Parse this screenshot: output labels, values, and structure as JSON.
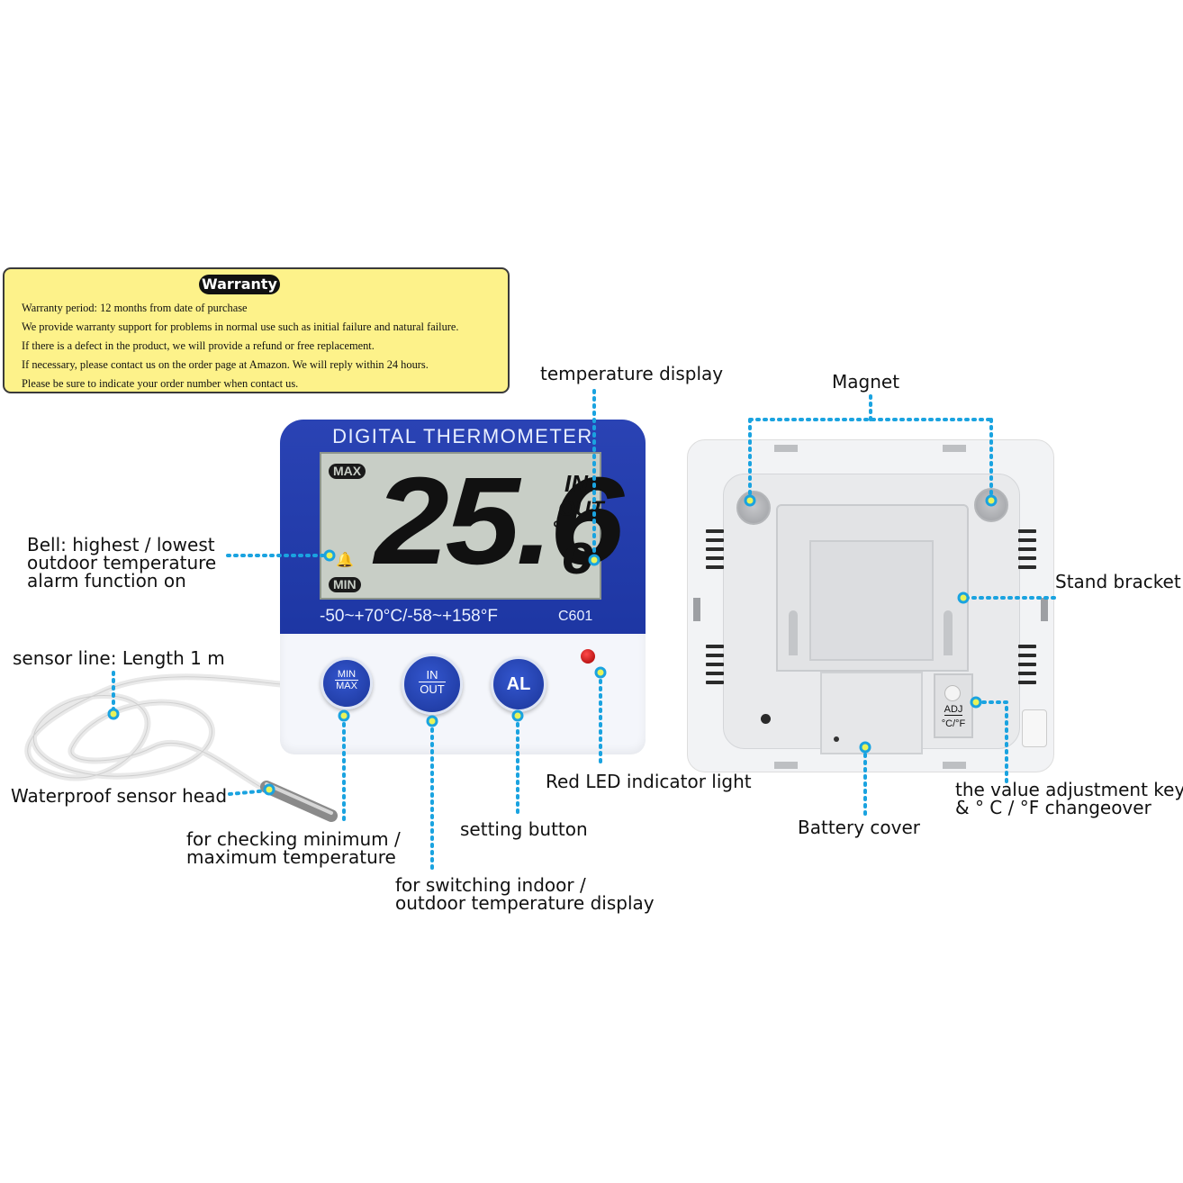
{
  "warranty": {
    "title": "Warranty",
    "lines": [
      "Warranty period: 12 months from date of purchase",
      "We provide warranty support for problems in normal use such as initial failure and natural failure.",
      "If there is a defect in the product, we will provide a refund or free replacement.",
      "If necessary, please contact us on the order page at Amazon. We will reply within 24 hours.",
      "Please be sure to indicate your order number when contact us."
    ]
  },
  "device_front": {
    "title": "DIGITAL  THERMOMETER",
    "max_tag": "MAX",
    "min_tag": "MIN",
    "temperature": "25.6",
    "unit": "c",
    "in_label": "IN",
    "out_label": "OUT",
    "range": "-50~+70°C/-58~+158°F",
    "model": "C601",
    "buttons": {
      "minmax_top": "MIN",
      "minmax_bottom": "MAX",
      "inout_top": "IN",
      "inout_bottom": "OUT",
      "al": "AL"
    }
  },
  "device_back": {
    "adj_label": "ADJ",
    "unit_switch": "°C/°F"
  },
  "labels": {
    "temperature_display": "temperature display",
    "magnet": "Magnet",
    "bell_line1": "Bell:  highest / lowest",
    "bell_line2": "outdoor temperature",
    "bell_line3": "alarm function on",
    "stand_bracket": "Stand bracket",
    "sensor_line": "sensor line: Length 1 m",
    "waterproof_sensor": "Waterproof sensor head",
    "minmax_line1": "for checking minimum /",
    "minmax_line2": "maximum temperature",
    "setting_button": "setting button",
    "inout_line1": "for switching indoor /",
    "inout_line2": "outdoor temperature display",
    "red_led": "Red LED indicator light",
    "battery_cover": "Battery cover",
    "adj_line1": "the value adjustment key",
    "adj_line2": "&  °   C / °F changeover"
  },
  "colors": {
    "leader": "#1aa3e0",
    "marker_fill": "#e8f35a",
    "device_blue": "#1d36a3",
    "warranty_bg": "#fdf28a"
  }
}
